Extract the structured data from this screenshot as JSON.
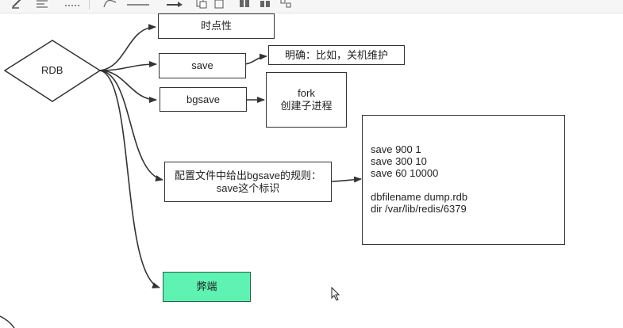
{
  "toolbar": {
    "icons": [
      "pen-icon",
      "align-icon",
      "dots-icon",
      "connector-icon",
      "line-style-icon",
      "arrow-style-icon",
      "copy-icon",
      "paste-icon",
      "group-icon",
      "ungroup-icon"
    ]
  },
  "diagram": {
    "root": "RDB",
    "nodes": {
      "point_in_time": "时点性",
      "save": "save",
      "save_note": "明确：比如，关机维护",
      "bgsave": "bgsave",
      "fork": "fork\n创建子进程",
      "config_rule": "配置文件中给出bgsave的规则：\nsave这个标识",
      "drawbacks": "弊端"
    },
    "config_lines": [
      "save 900 1",
      "save 300 10",
      "save 60 10000",
      "",
      "dbfilename dump.rdb",
      "dir /var/lib/redis/6379"
    ],
    "colors": {
      "stroke": "#333333",
      "drawbacks_fill": "#5ef3b2"
    }
  }
}
